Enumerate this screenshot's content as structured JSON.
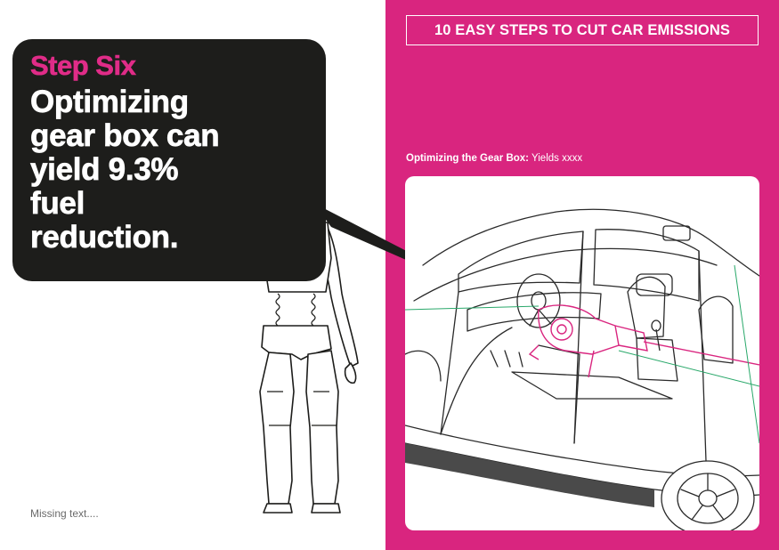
{
  "callout": {
    "step": "Step Six",
    "headline": "Optimizing gear box can yield 9.3% fuel reduction."
  },
  "footer_note": "Missing text....",
  "header": {
    "title": "10 EASY STEPS TO CUT CAR EMISSIONS"
  },
  "caption": {
    "label": "Optimizing the Gear Box:",
    "text": " Yields xxxx"
  },
  "colors": {
    "accent": "#d9257f",
    "callout_bg": "#1d1d1b",
    "step_text": "#e02c88"
  },
  "icons": {
    "figure": "crash-test-dummy-figure",
    "car": "car-cutaway-illustration"
  }
}
